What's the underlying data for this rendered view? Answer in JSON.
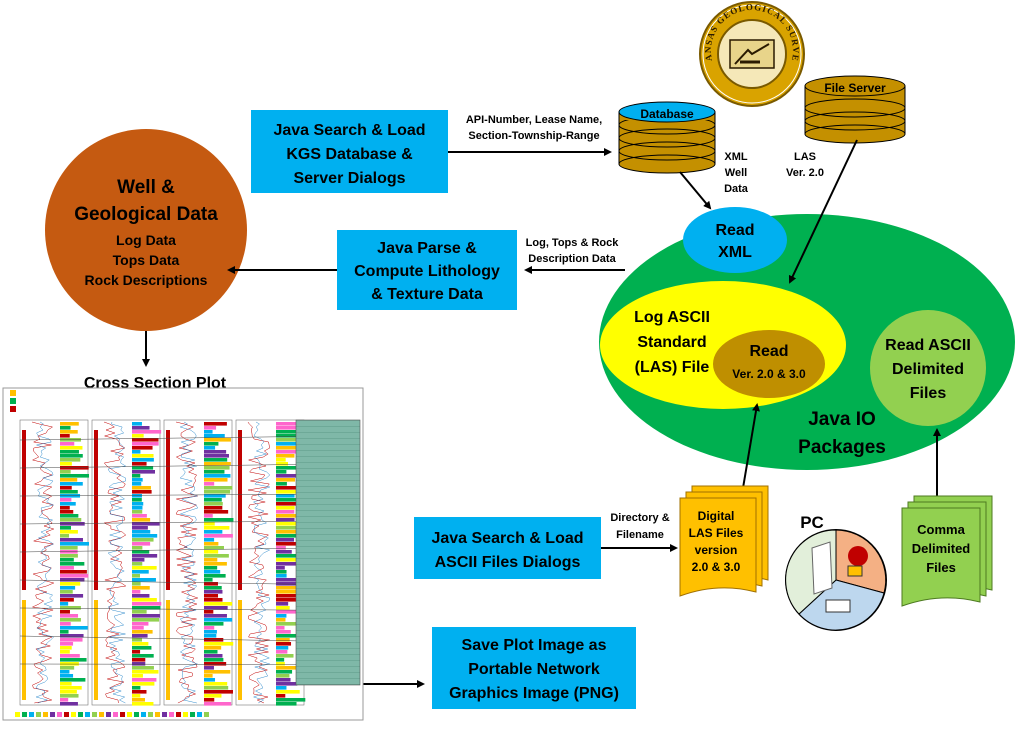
{
  "colors": {
    "box_blue": "#00b0f0",
    "well_brown": "#c55a11",
    "java_green": "#00b050",
    "las_yellow": "#ffff00",
    "ascii_green": "#92d050",
    "db_gold": "#c49000",
    "read_olive": "#bf8f00"
  },
  "boxes": {
    "kgs_search": [
      "Java Search & Load",
      "KGS Database &",
      "Server Dialogs"
    ],
    "parse": [
      "Java Parse &",
      "Compute Lithology",
      "& Texture Data"
    ],
    "ascii_search": [
      "Java Search & Load",
      "ASCII Files Dialogs"
    ],
    "save_plot": [
      "Save Plot Image as",
      "Portable Network",
      "Graphics Image (PNG)"
    ]
  },
  "well": {
    "title": [
      "Well &",
      "Geological Data"
    ],
    "items": [
      "Log Data",
      "Tops Data",
      "Rock Descriptions"
    ]
  },
  "cross_section_title": "Cross Section Plot",
  "database_label": "Database",
  "file_server_label": "File Server",
  "query_label": [
    "API-Number, Lease Name,",
    "Section-Township-Range"
  ],
  "xml_label": [
    "XML",
    "Well",
    "Data"
  ],
  "las_label": [
    "LAS",
    "Ver. 2.0"
  ],
  "read_xml": [
    "Read",
    "XML"
  ],
  "parse_label": [
    "Log, Tops & Rock",
    "Description Data"
  ],
  "las_file": [
    "Log ASCII",
    "Standard",
    "(LAS) File"
  ],
  "read_las": [
    "Read",
    "Ver. 2.0 & 3.0"
  ],
  "read_ascii": [
    "Read  ASCII",
    "Delimited",
    "Files"
  ],
  "java_io": [
    "Java IO",
    "Packages"
  ],
  "directory_label": [
    "Directory &",
    "Filename"
  ],
  "digital_files": [
    "Digital",
    "LAS Files",
    "version",
    "2.0 & 3.0"
  ],
  "pc_label": "PC",
  "comma_files": [
    "Comma",
    "Delimited",
    "Files"
  ],
  "seal": {
    "top_text": "KANSAS GEOLOGICAL SURVEY"
  }
}
